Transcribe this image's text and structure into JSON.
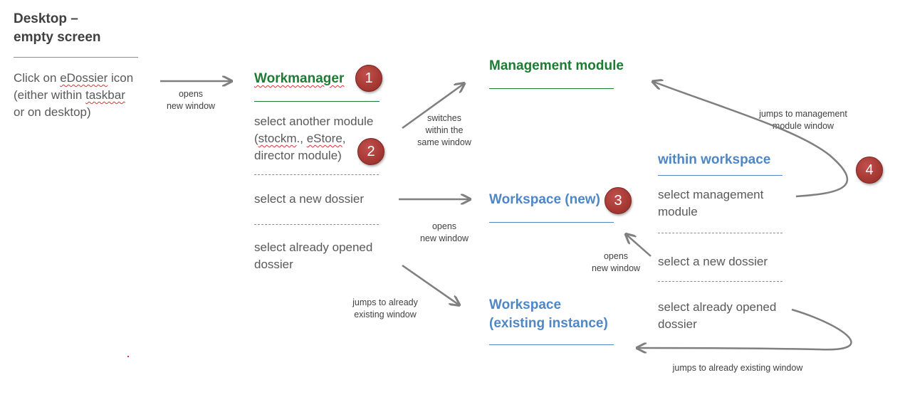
{
  "desktop": {
    "title_line1": "Desktop –",
    "title_line2": "empty screen",
    "line1_pre": "Click on ",
    "line1_word": "eDossier",
    "line1_post": " icon",
    "line2_pre": "(either within ",
    "line2_word": "taskbar",
    "line3": "or on desktop)"
  },
  "workmanager": {
    "title": "Workmanager",
    "opt1_line1": "select another module",
    "opt1_line2_pre": "(",
    "opt1_line2_w1": "stockm",
    "opt1_line2_mid": "., ",
    "opt1_line2_w2": "eStore",
    "opt1_line2_post": ",",
    "opt1_line3": "director module)",
    "opt2": "select a new dossier",
    "opt3_line1": "select already opened",
    "opt3_line2": "dossier"
  },
  "management": {
    "title": "Management module"
  },
  "workspace_new": {
    "title": "Workspace (new)"
  },
  "workspace_existing": {
    "title_line1": "Workspace",
    "title_line2": "(existing instance)"
  },
  "within_workspace": {
    "title": "within workspace",
    "opt1_line1": "select management",
    "opt1_line2": "module",
    "opt2": "select a new dossier",
    "opt3_line1": "select already opened",
    "opt3_line2": "dossier"
  },
  "labels": {
    "opens_new_window_1a": "opens",
    "opens_new_window_1b": "new window",
    "switches_a": "switches",
    "switches_b": "within the",
    "switches_c": "same window",
    "opens_new_window_2a": "opens",
    "opens_new_window_2b": "new window",
    "jumps_existing_a": "jumps  to already",
    "jumps_existing_b": "existing window",
    "opens_new_window_3a": "opens",
    "opens_new_window_3b": "new window",
    "jumps_mgmt_a": "jumps to management",
    "jumps_mgmt_b": "module window",
    "jumps_existing_bottom": "jumps  to already existing window"
  },
  "badges": {
    "b1": "1",
    "b2": "2",
    "b3": "3",
    "b4": "4"
  },
  "colors": {
    "green": "#1e7b34",
    "blue": "#4f86c6",
    "badge": "#a23530",
    "arrow": "#7f7f7f"
  }
}
